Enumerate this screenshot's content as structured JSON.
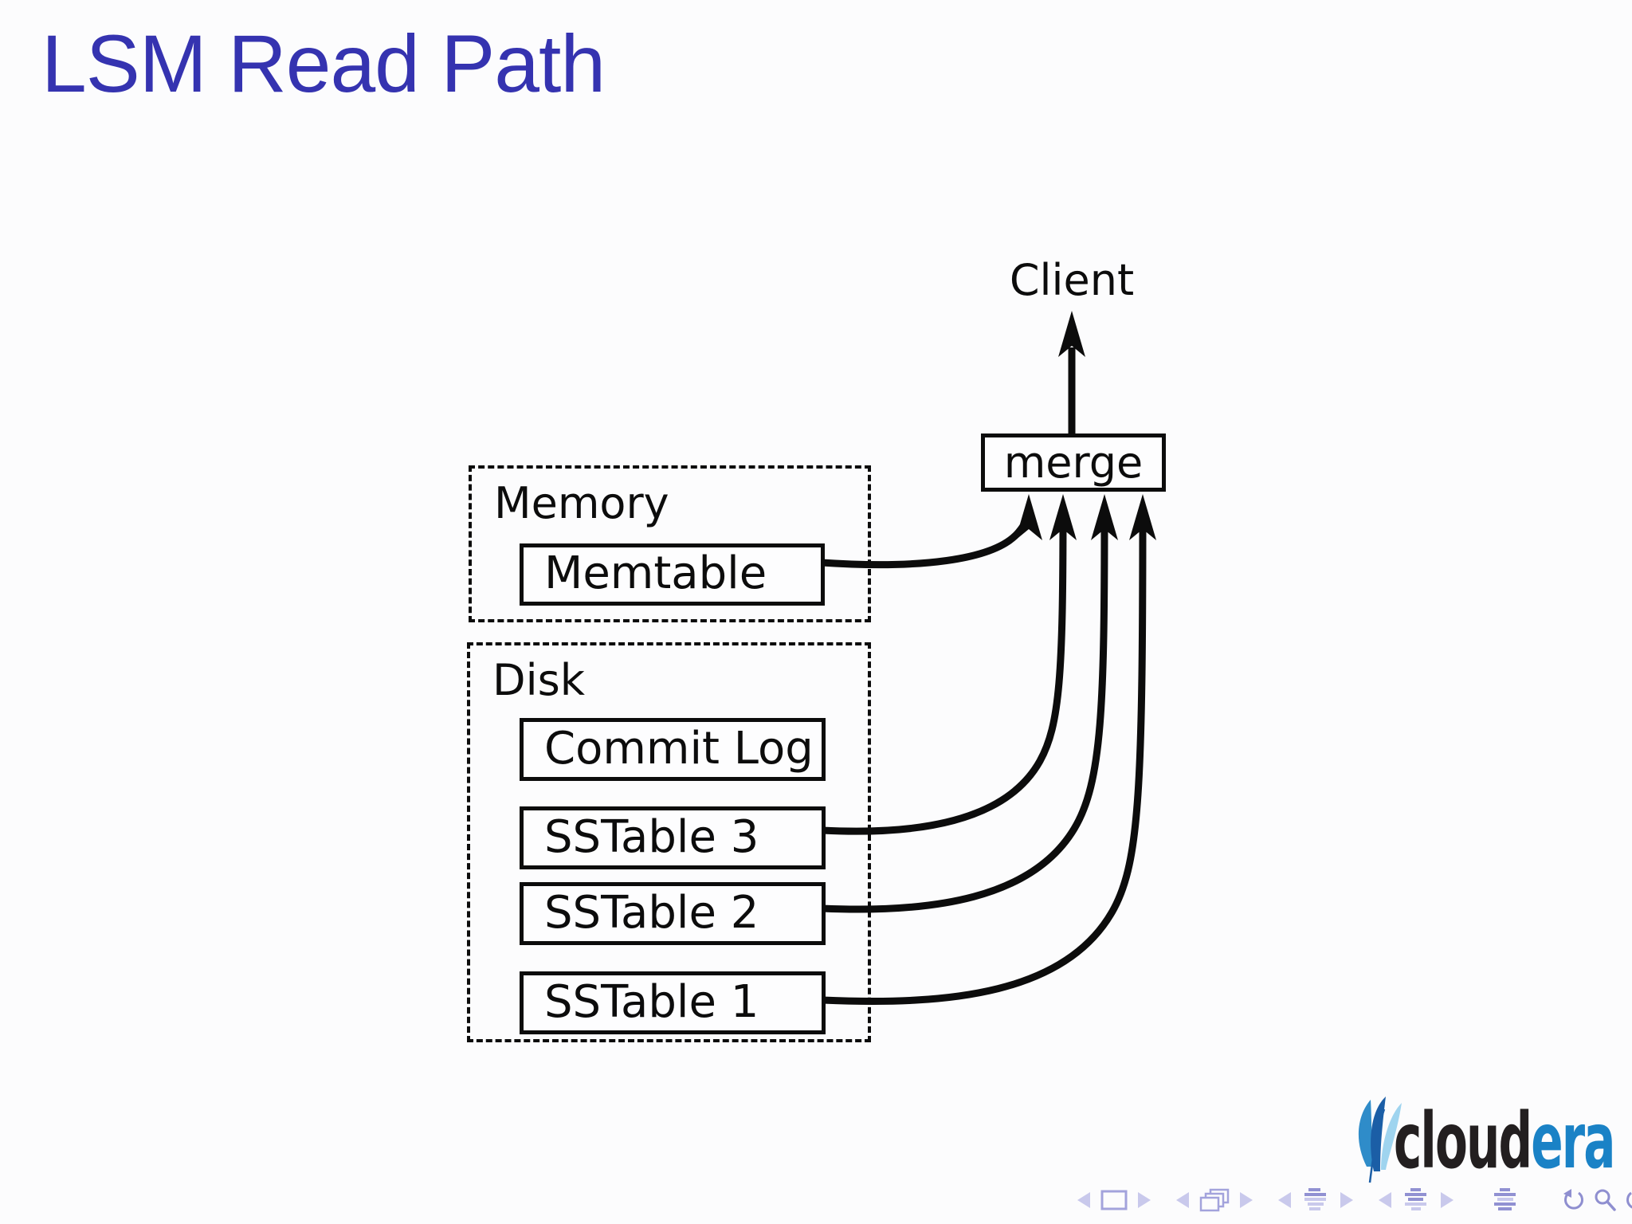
{
  "slide": {
    "title": "LSM Read Path",
    "title_color": "#3533b0",
    "background": "#fcfcfd"
  },
  "diagram": {
    "line_color": "#0c0c0c",
    "client_label": "Client",
    "merge_label": "merge",
    "memory_group": {
      "label": "Memory",
      "boxes": [
        {
          "label": "Memtable"
        }
      ]
    },
    "disk_group": {
      "label": "Disk",
      "boxes": [
        {
          "label": "Commit Log"
        },
        {
          "label": "SSTable 3"
        },
        {
          "label": "SSTable 2"
        },
        {
          "label": "SSTable 1"
        }
      ]
    }
  },
  "logo": {
    "word_dark": "cloud",
    "word_accent": "era",
    "dark_color": "#231f20",
    "accent_color": "#1a82c6",
    "feather_dark": "#1b5ea6",
    "feather_mid": "#2f8cc9",
    "feather_pale": "#9fd4ef"
  },
  "nav": {
    "color_dark": "#9191d2",
    "color_light": "#c9c9ec",
    "icons": [
      "prev-frame",
      "frame",
      "next-frame",
      "prev-subsection",
      "frames-stack",
      "next-subsection",
      "prev-section",
      "section-lines",
      "next-section",
      "prev-presentation",
      "subsection-lines",
      "next-presentation",
      "appendix-lines",
      "go-back",
      "search",
      "go-forward"
    ]
  }
}
